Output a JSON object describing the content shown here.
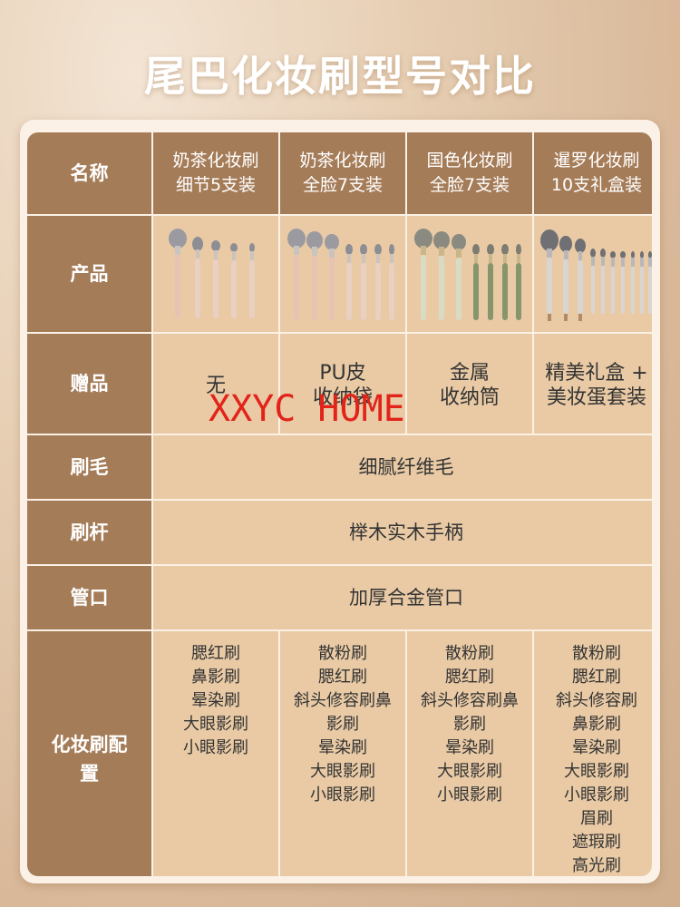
{
  "title": "尾巴化妆刷型号对比",
  "row_labels": {
    "name": "名称",
    "product": "产品",
    "gift": "赠品",
    "bristle": "刷毛",
    "handle": "刷杆",
    "ferrule": "管口",
    "config": "化妆刷配置"
  },
  "products": [
    {
      "name_line1": "奶茶化妆刷",
      "name_line2": "细节5支装",
      "gift_line1": "无",
      "gift_line2": "",
      "config": [
        "腮红刷",
        "鼻影刷",
        "晕染刷",
        "大眼影刷",
        "小眼影刷"
      ],
      "image_icon": "brush-set-5-pink"
    },
    {
      "name_line1": "奶茶化妆刷",
      "name_line2": "全脸7支装",
      "gift_line1": "PU皮",
      "gift_line2": "收纳袋",
      "config": [
        "散粉刷",
        "腮红刷",
        "斜头修容刷鼻",
        "影刷",
        "晕染刷",
        "大眼影刷",
        "小眼影刷"
      ],
      "image_icon": "brush-set-7-pink"
    },
    {
      "name_line1": "国色化妆刷",
      "name_line2": "全脸7支装",
      "gift_line1": "金属",
      "gift_line2": "收纳筒",
      "config": [
        "散粉刷",
        "腮红刷",
        "斜头修容刷鼻",
        "影刷",
        "晕染刷",
        "大眼影刷",
        "小眼影刷"
      ],
      "image_icon": "brush-set-7-green"
    },
    {
      "name_line1": "暹罗化妆刷",
      "name_line2": "10支礼盒装",
      "gift_line1": "精美礼盒 +",
      "gift_line2": "美妆蛋套装",
      "config": [
        "散粉刷",
        "腮红刷",
        "斜头修容刷",
        "鼻影刷",
        "晕染刷",
        "大眼影刷",
        "小眼影刷",
        "眉刷",
        "遮瑕刷",
        "高光刷"
      ],
      "image_icon": "brush-set-10-grey"
    }
  ],
  "shared": {
    "bristle": "细腻纤维毛",
    "handle": "榉木实木手柄",
    "ferrule": "加厚合金管口"
  },
  "watermark": "XXYC HOME",
  "colors": {
    "header_brown": "#a57c58",
    "cell_tan": "#e9caa5",
    "watermark_red": "#e2231a"
  }
}
